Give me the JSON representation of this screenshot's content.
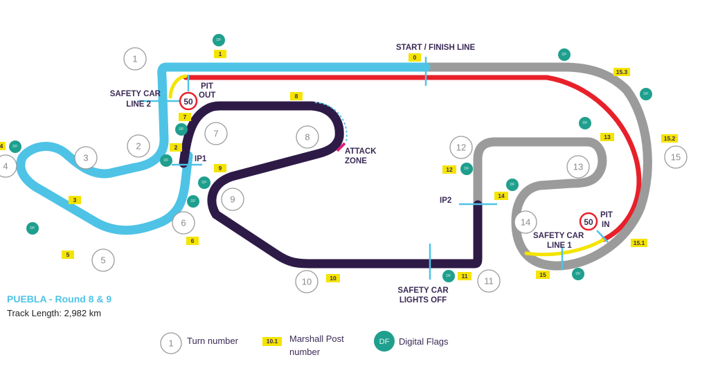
{
  "title": "PUEBLA - Round 8 & 9",
  "track_length": "Track Length: 2,982 km",
  "colors": {
    "sector1": "#4ec3e6",
    "sector2": "#2e1a47",
    "sector3": "#9b9b9b",
    "pit_lane": "#e8202a",
    "safety_car_line": "#f4e400",
    "digital_flag": "#1f9f8e"
  },
  "labels": {
    "start_finish": "START / FINISH LINE",
    "safety_car_line_2": [
      "SAFETY CAR",
      "LINE 2"
    ],
    "pit_out": [
      "PIT",
      "OUT"
    ],
    "ip1": "IP1",
    "attack_zone": [
      "ATTACK",
      "ZONE"
    ],
    "ip2": "IP2",
    "safety_car_line_1": [
      "SAFETY CAR",
      "LINE 1"
    ],
    "pit_in": [
      "PIT",
      "IN"
    ],
    "safety_car_lights_off": [
      "SAFETY CAR",
      "LIGHTS OFF"
    ],
    "speed_limit": "50"
  },
  "turns": [
    "1",
    "2",
    "3",
    "4",
    "5",
    "6",
    "7",
    "8",
    "9",
    "10",
    "11",
    "12",
    "13",
    "14",
    "15"
  ],
  "marshal_posts": [
    "1",
    "7",
    "2",
    "9",
    "3",
    "5",
    "6",
    "8",
    "10",
    "0",
    "15.3",
    "13",
    "15.2",
    "12",
    "14",
    "11",
    "15",
    "15.1",
    "4"
  ],
  "df_label": "DF",
  "legend": {
    "turn_sample": "1",
    "turn_label": "Turn number",
    "post_sample": "10.1",
    "post_label": [
      "Marshall Post",
      "number"
    ],
    "df_sample": "DF",
    "df_label": "Digital Flags"
  }
}
